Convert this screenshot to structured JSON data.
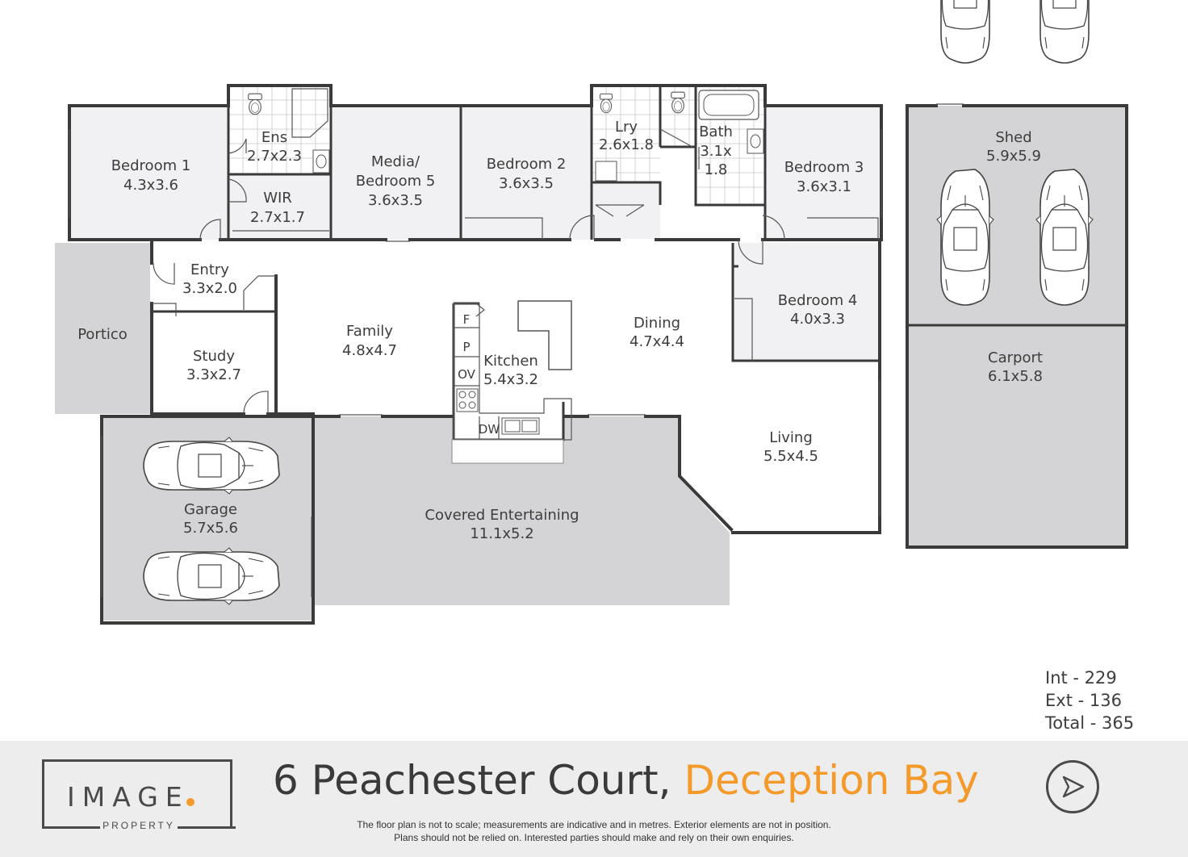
{
  "rooms": [
    {
      "id": "bedroom-1",
      "name": "Bedroom 1",
      "size": "4.3x3.6"
    },
    {
      "id": "ensuite",
      "name": "Ens",
      "size": "2.7x2.3"
    },
    {
      "id": "wir",
      "name": "WIR",
      "size": "2.7x1.7"
    },
    {
      "id": "media-bedroom-5",
      "name_line1": "Media/",
      "name_line2": "Bedroom 5",
      "size": "3.6x3.5"
    },
    {
      "id": "bedroom-2",
      "name": "Bedroom 2",
      "size": "3.6x3.5"
    },
    {
      "id": "laundry",
      "name": "Lry",
      "size": "2.6x1.8"
    },
    {
      "id": "bath",
      "name": "Bath",
      "size_line1": "3.1x",
      "size_line2": "1.8"
    },
    {
      "id": "bedroom-3",
      "name": "Bedroom 3",
      "size": "3.6x3.1"
    },
    {
      "id": "portico",
      "name": "Portico"
    },
    {
      "id": "entry",
      "name": "Entry",
      "size": "3.3x2.0"
    },
    {
      "id": "study",
      "name": "Study",
      "size": "3.3x2.7"
    },
    {
      "id": "family",
      "name": "Family",
      "size": "4.8x4.7"
    },
    {
      "id": "kitchen",
      "name": "Kitchen",
      "size": "5.4x3.2"
    },
    {
      "id": "dining",
      "name": "Dining",
      "size": "4.7x4.4"
    },
    {
      "id": "bedroom-4",
      "name": "Bedroom 4",
      "size": "4.0x3.3"
    },
    {
      "id": "living",
      "name": "Living",
      "size": "5.5x4.5"
    },
    {
      "id": "garage",
      "name": "Garage",
      "size": "5.7x5.6"
    },
    {
      "id": "covered-entertaining",
      "name": "Covered Entertaining",
      "size": "11.1x5.2"
    },
    {
      "id": "shed",
      "name": "Shed",
      "size": "5.9x5.9"
    },
    {
      "id": "carport",
      "name": "Carport",
      "size": "6.1x5.8"
    }
  ],
  "fixtures": {
    "fridge": "F",
    "pantry": "P",
    "oven": "OV",
    "dishwasher": "DW"
  },
  "areas": {
    "int": "Int -  229",
    "ext": "Ext - 136",
    "total": "Total - 365"
  },
  "footer": {
    "logo_word": "IMAGE",
    "logo_sub": "PROPERTY",
    "street": "6 Peachester Court,",
    "suburb": "Deception Bay",
    "disclaimer_line1": "The floor plan is not to scale; measurements are indicative and in metres. Exterior elements are not in position.",
    "disclaimer_line2": "Plans should not be relied on. Interested parties should make and rely on their own enquiries."
  },
  "colors": {
    "room_fill": "#f1f1f3",
    "outdoor_fill": "#d4d4d6",
    "wall": "#3a3a3a",
    "accent": "#f39a2a",
    "footer_bg": "#ededed"
  },
  "icons": [
    "toilet-icon",
    "bathtub-icon",
    "car-icon",
    "sink-icon",
    "cooktop-icon",
    "play-arrow-icon"
  ]
}
